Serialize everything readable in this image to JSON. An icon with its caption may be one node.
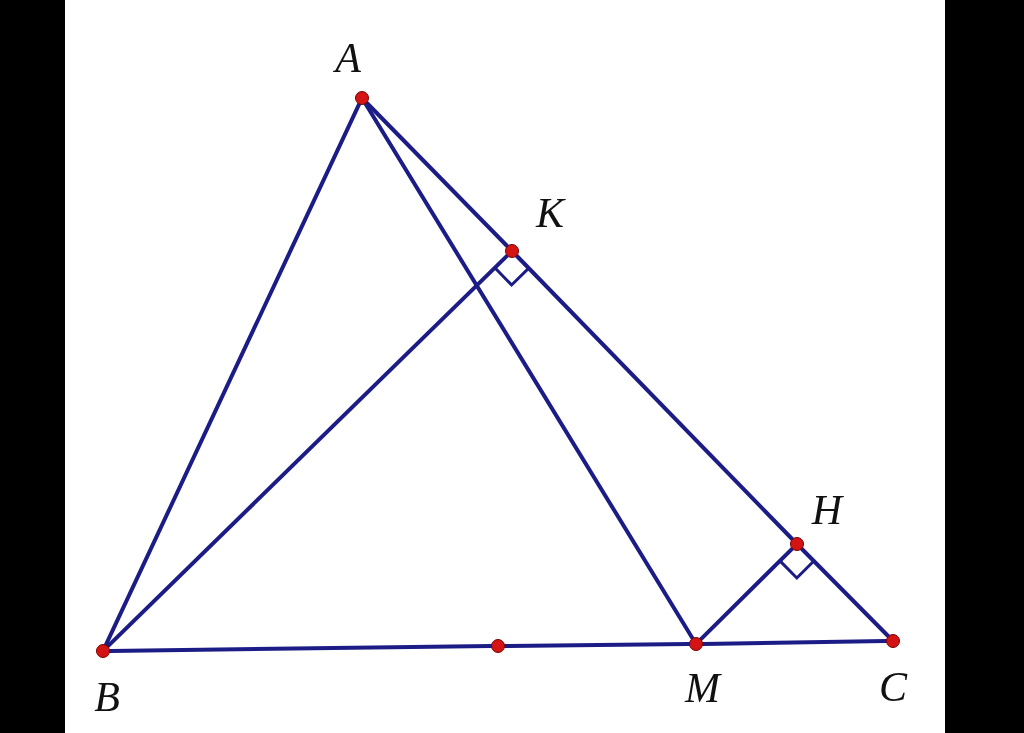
{
  "diagram": {
    "nodes": [
      {
        "text": [
          "A"
        ]
      },
      {
        "text": [
          "K"
        ]
      },
      {
        "text": [
          "H"
        ]
      },
      {
        "text": [
          "B"
        ]
      },
      {
        "text": [],
        "shape": "circle"
      },
      {
        "text": [
          "M"
        ]
      },
      {
        "text": [
          "C"
        ]
      }
    ],
    "edges": [
      {
        "from": 0,
        "to": 3,
        "arrow": "none"
      },
      {
        "from": 0,
        "to": 1,
        "arrow": "none"
      },
      {
        "from": 1,
        "to": 2,
        "arrow": "none"
      },
      {
        "from": 2,
        "to": 6,
        "arrow": "none"
      },
      {
        "from": 3,
        "to": 1,
        "arrow": "none"
      },
      {
        "from": 0,
        "to": 5,
        "arrow": "none"
      },
      {
        "from": 5,
        "to": 2,
        "arrow": "none"
      },
      {
        "from": 3,
        "to": 4,
        "arrow": "none"
      },
      {
        "from": 4,
        "to": 5,
        "arrow": "none"
      },
      {
        "from": 5,
        "to": 6,
        "arrow": "none"
      }
    ]
  }
}
